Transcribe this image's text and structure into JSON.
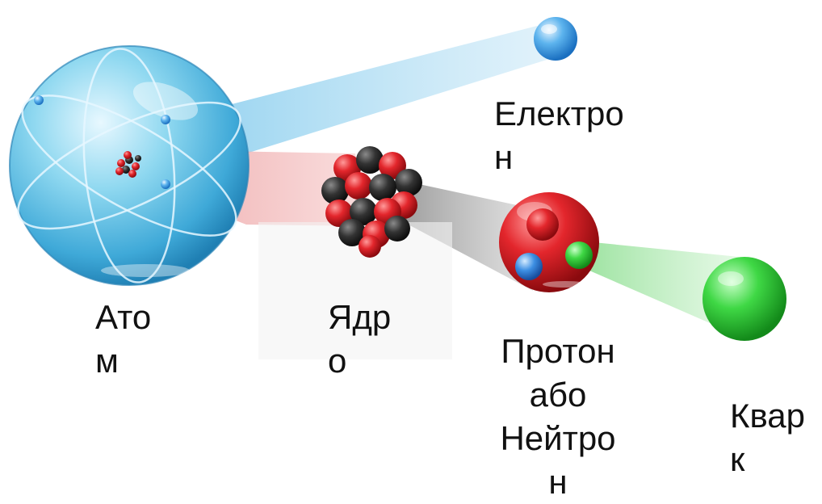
{
  "labels": {
    "electron": "Електро\nн",
    "atom": "Ато\nм",
    "nucleus": "Ядр\nо",
    "proton_or_neutron": "Протон\nабо\nНейтро\nн",
    "quark": "Квар\nк"
  },
  "colors": {
    "atom_sphere": "#6ccbe8",
    "electron": "#3a9fe0",
    "proton": "#e01f26",
    "quark": "#2fcf35",
    "neutron": "#2b2b2b",
    "beam_blue": "#9fd6f2",
    "beam_red": "#f2b4b4",
    "beam_gray": "#b5b5b5",
    "beam_green": "#b9ecbb"
  }
}
